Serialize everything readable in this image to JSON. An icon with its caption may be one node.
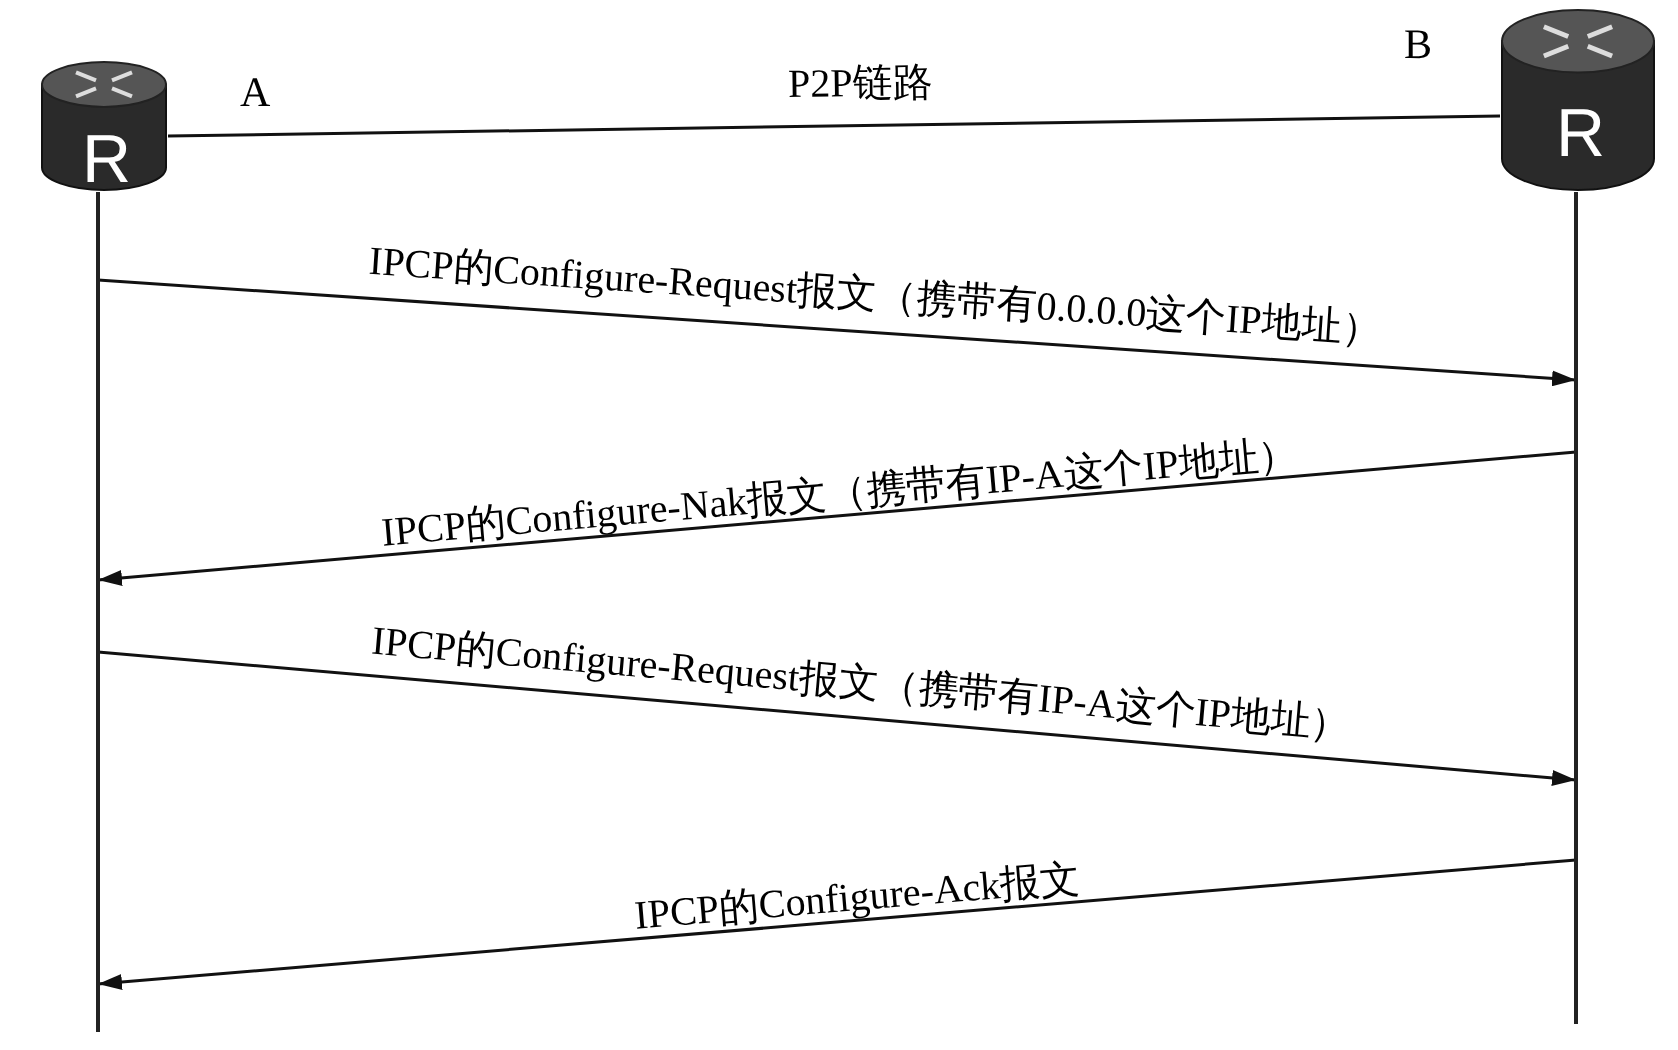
{
  "diagram": {
    "nodes": [
      {
        "text": [
          "R"
        ],
        "beside": [
          "A"
        ]
      },
      {
        "text": [
          "R"
        ],
        "beside": [
          "B"
        ]
      },
      {
        "text": [],
        "shape": "bar"
      },
      {
        "text": [],
        "shape": "bar"
      }
    ],
    "edges": [
      {
        "from": 0,
        "to": 1,
        "arrow": "none",
        "label": "P2P链路"
      },
      {
        "from": 2,
        "to": 3,
        "arrow": "to",
        "label": "IPCP的Configure-Request报文（携带有0.0.0.0这个IP地址）"
      },
      {
        "from": 3,
        "to": 2,
        "arrow": "to",
        "label": "IPCP的Configure-Nak报文（携带有IP-A这个IP地址）"
      },
      {
        "from": 2,
        "to": 3,
        "arrow": "to",
        "label": "IPCP的Configure-Request报文（携带有IP-A这个IP地址）"
      },
      {
        "from": 3,
        "to": 2,
        "arrow": "to",
        "label": "IPCP的Configure-Ack报文"
      }
    ]
  }
}
